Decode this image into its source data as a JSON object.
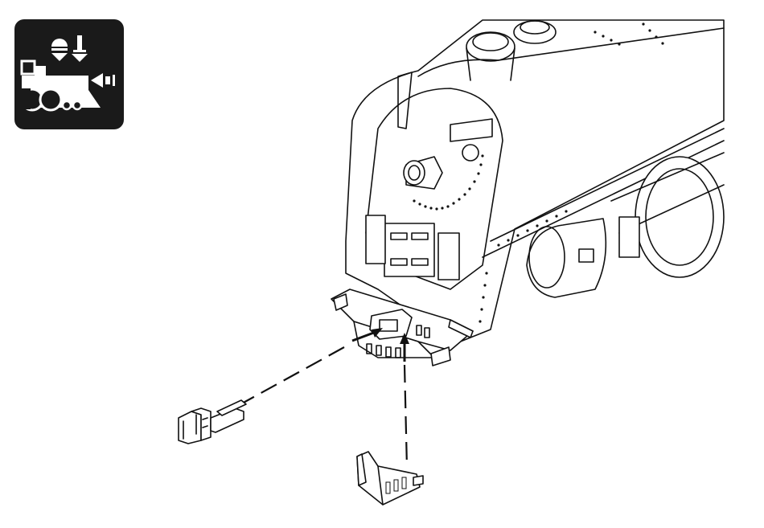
{
  "figure": {
    "icon": "digital-coupler-function-icon",
    "background_color": "#ffffff",
    "line_color": "#111111",
    "icon_background_color": "#1a1a1a",
    "icon_foreground_color": "#ffffff"
  },
  "parts": {
    "locomotive": "steam-locomotive-front",
    "coupler": "coupler-head-part",
    "mount": "coupler-mount-part",
    "arrows": "insertion-arrow-icon"
  }
}
